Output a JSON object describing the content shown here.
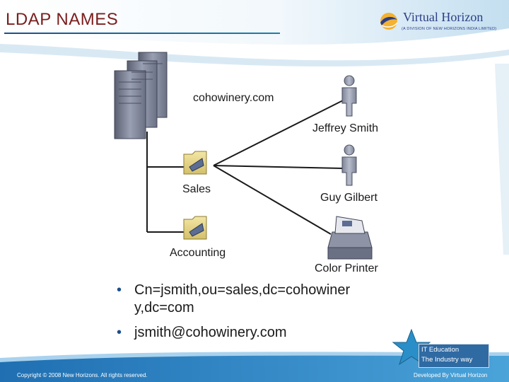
{
  "slide": {
    "title": "LDAP NAMES"
  },
  "logo": {
    "name": "Virtual Horizon",
    "tagline": "(A DIVISION OF NEW HORIZONS INDIA LIMITED)"
  },
  "diagram": {
    "domain_label": "cohowinery.com",
    "ou_sales_label": "Sales",
    "ou_accounting_label": "Accounting",
    "user1_label": "Jeffrey Smith",
    "user2_label": "Guy Gilbert",
    "printer_label": "Color Printer"
  },
  "bullets": [
    "Cn=jsmith,ou=sales,dc=cohowiner y,dc=com",
    "jsmith@cohowinery.com"
  ],
  "bullet_symbol": "•",
  "footer": {
    "copyright": "Copyright © 2008 New Horizons. All rights reserved.",
    "developer": "Developed By Virtual Horizon"
  },
  "badge": {
    "line1": "IT Education",
    "line2": "The Industry way"
  },
  "colors": {
    "title": "#7a1e1e",
    "accent_blue": "#1b4f8a",
    "swoosh": "#2a86c4"
  }
}
